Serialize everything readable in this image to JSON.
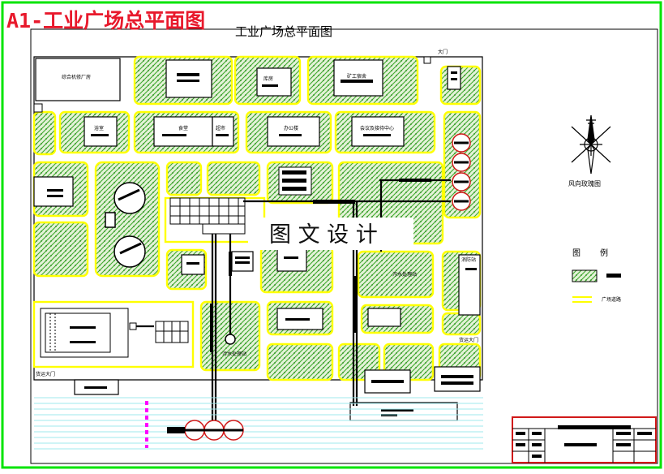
{
  "corner_tag": "A1-工业广场总平面图",
  "title": "工业广场总平面图",
  "watermark": "图 文 设 计",
  "compass_caption": "风向玫瑰图",
  "legend": {
    "title_left": "图",
    "title_right": "例",
    "line_label": "广场道路"
  },
  "labels": {
    "top_building_1": "综合机修厂房",
    "top_building_3": "库房",
    "top_building_4": "矿工宿舍",
    "row2_building_1": "浴室",
    "row2_building_2": "食堂",
    "row2_building_3": "超市",
    "row2_building_4": "办公楼",
    "row2_building_5": "会议及接待中心",
    "gate_top": "大门",
    "gate_right": "货运大门",
    "gate_left": "货运大门",
    "right_building": "消防站",
    "pool_label_1": "污水处理站",
    "pool_label_2": "污水处理站"
  },
  "colors": {
    "border_green": "#00e400",
    "corner_red": "#e8192c",
    "road_yellow": "#ffff00",
    "green_fill": "#c8e6b4",
    "water_line": "#9fe8ec",
    "magenta": "#ff00ff"
  }
}
